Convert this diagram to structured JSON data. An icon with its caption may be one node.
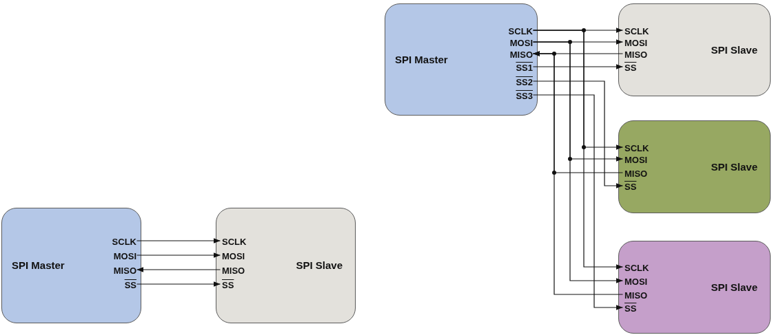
{
  "diagram": {
    "nodes": [
      {
        "text": [
          "SPI Master"
        ]
      },
      {
        "text": [
          "SCLK"
        ],
        "in": 0
      },
      {
        "text": [
          "MOSI"
        ],
        "in": 0
      },
      {
        "text": [
          "MISO"
        ],
        "in": 0
      },
      {
        "text": [
          "SS"
        ],
        "in": 0
      },
      {
        "text": [
          "SPI Slave"
        ]
      },
      {
        "text": [
          "SCLK"
        ],
        "in": 5
      },
      {
        "text": [
          "MOSI"
        ],
        "in": 5
      },
      {
        "text": [
          "MISO"
        ],
        "in": 5
      },
      {
        "text": [
          "SS"
        ],
        "in": 5
      },
      {
        "text": [
          "SPI Master"
        ]
      },
      {
        "text": [
          "SCLK"
        ],
        "in": 10
      },
      {
        "text": [
          "MOSI"
        ],
        "in": 10
      },
      {
        "text": [
          "MISO"
        ],
        "in": 10
      },
      {
        "text": [
          "SS1"
        ],
        "in": 10
      },
      {
        "text": [
          "SS2"
        ],
        "in": 10
      },
      {
        "text": [
          "SS3"
        ],
        "in": 10
      },
      {
        "text": [
          "SPI Slave"
        ]
      },
      {
        "text": [
          "SCLK"
        ],
        "in": 17
      },
      {
        "text": [
          "MOSI"
        ],
        "in": 17
      },
      {
        "text": [
          "MISO"
        ],
        "in": 17
      },
      {
        "text": [
          "SS"
        ],
        "in": 17
      },
      {
        "text": [
          "SPI Slave"
        ]
      },
      {
        "text": [
          "SCLK"
        ],
        "in": 22
      },
      {
        "text": [
          "MOSI"
        ],
        "in": 22
      },
      {
        "text": [
          "MISO"
        ],
        "in": 22
      },
      {
        "text": [
          "SS"
        ],
        "in": 22
      },
      {
        "text": [
          "SPI Slave"
        ]
      },
      {
        "text": [
          "SCLK"
        ],
        "in": 27
      },
      {
        "text": [
          "MOSI"
        ],
        "in": 27
      },
      {
        "text": [
          "MISO"
        ],
        "in": 27
      },
      {
        "text": [
          "SS"
        ],
        "in": 27
      }
    ],
    "edges": [
      {
        "from": 1,
        "to": 6,
        "arrow": "to"
      },
      {
        "from": 2,
        "to": 7,
        "arrow": "to"
      },
      {
        "from": 8,
        "to": 3,
        "arrow": "to"
      },
      {
        "from": 4,
        "to": 9,
        "arrow": "to"
      },
      {
        "from": 11,
        "to": 18,
        "arrow": "to"
      },
      {
        "from": 11,
        "to": 23,
        "arrow": "to"
      },
      {
        "from": 11,
        "to": 28,
        "arrow": "to"
      },
      {
        "from": 12,
        "to": 19,
        "arrow": "to"
      },
      {
        "from": 12,
        "to": 24,
        "arrow": "to"
      },
      {
        "from": 12,
        "to": 29,
        "arrow": "to"
      },
      {
        "from": 20,
        "to": 13,
        "arrow": "to"
      },
      {
        "from": 25,
        "to": 13,
        "arrow": "to"
      },
      {
        "from": 30,
        "to": 13,
        "arrow": "to"
      },
      {
        "from": 14,
        "to": 21,
        "arrow": "to"
      },
      {
        "from": 15,
        "to": 26,
        "arrow": "to"
      },
      {
        "from": 16,
        "to": 31,
        "arrow": "to"
      }
    ]
  }
}
